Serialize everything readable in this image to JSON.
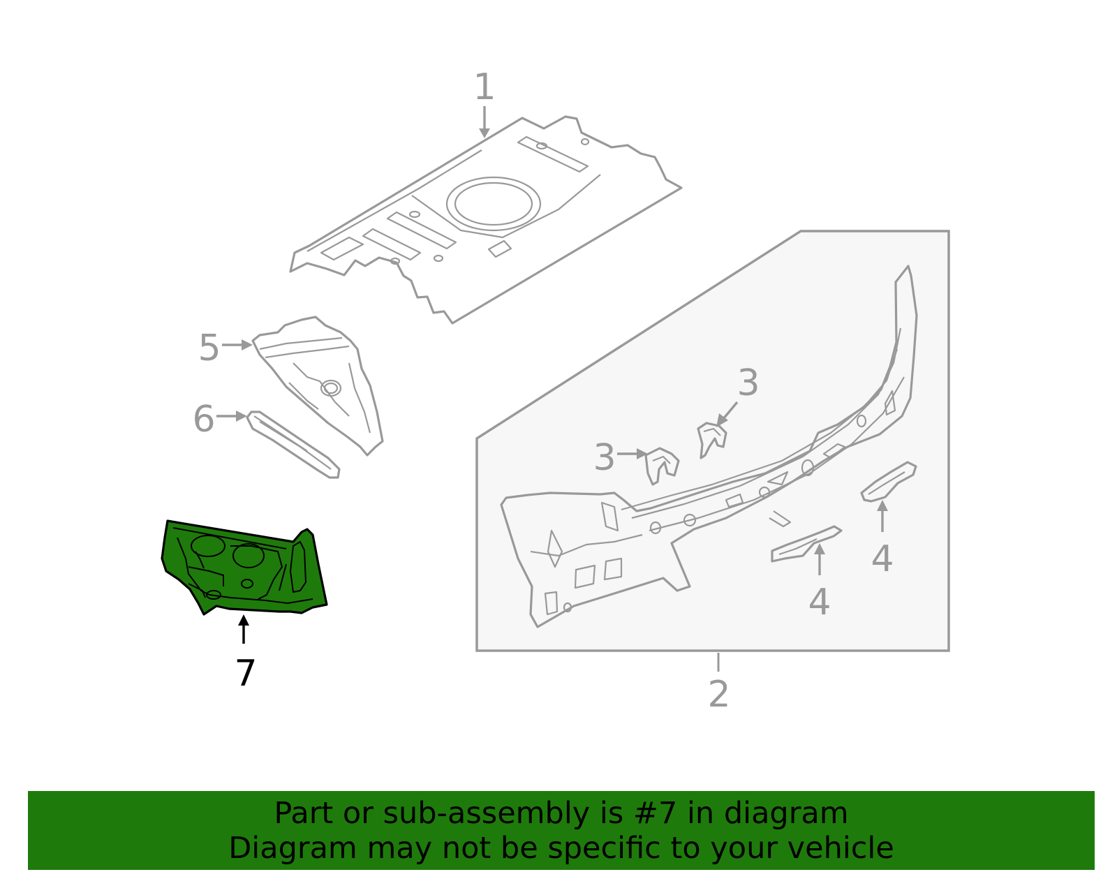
{
  "callouts": {
    "c1": "1",
    "c2": "2",
    "c3a": "3",
    "c3b": "3",
    "c4a": "4",
    "c4b": "4",
    "c5": "5",
    "c6": "6",
    "c7": "7"
  },
  "banner": {
    "line1": "Part or sub-assembly is #7 in diagram",
    "line2": "Diagram may not be specific to your vehicle"
  },
  "colors": {
    "highlight_fill": "#1f7a0c",
    "part_stroke": "#999999",
    "inset_fill": "#f7f7f7",
    "banner_bg": "#1f7a0c"
  }
}
